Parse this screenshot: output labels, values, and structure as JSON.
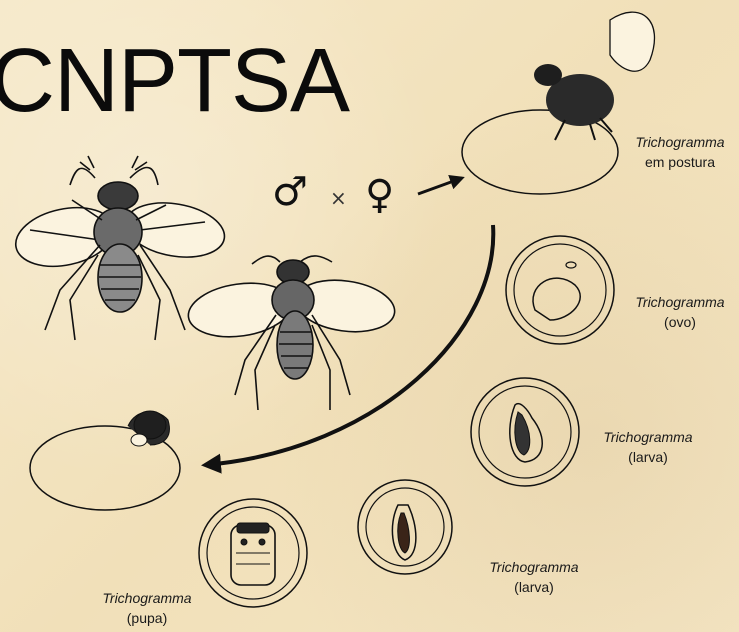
{
  "title": "CNPTSA",
  "symbols": {
    "male": "♂",
    "times": "×",
    "female": "♀"
  },
  "stages": [
    {
      "species": "Trichogramma",
      "stage": "em postura"
    },
    {
      "species": "Trichogramma",
      "stage": "(ovo)"
    },
    {
      "species": "Trichogramma",
      "stage": "(larva)"
    },
    {
      "species": "Trichogramma",
      "stage": "(larva)"
    },
    {
      "species": "Trichogramma",
      "stage": "(pupa)"
    }
  ]
}
